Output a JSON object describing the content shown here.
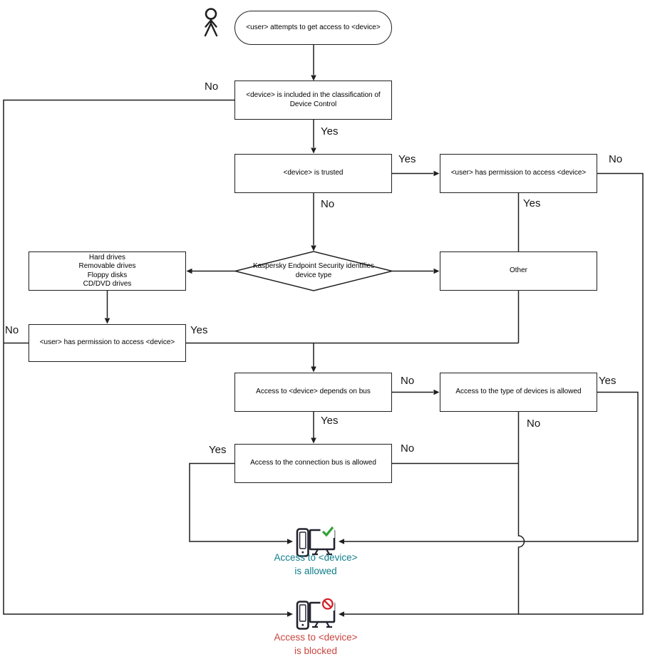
{
  "nodes": {
    "start": "<user> attempts to get access to <device>",
    "classification": "<device> is included in the classification of\nDevice Control",
    "trusted": "<device> is trusted",
    "permission_trusted": "<user> has permission to access <device>",
    "identify": "Kaspersky Endpoint Security identifies\ndevice type",
    "device_types": "Hard drives\nRemovable drives\nFloppy disks\nCD/DVD drives",
    "other": "Other",
    "permission_types": "<user> has permission to access <device>",
    "bus_depends": "Access to <device> depends on bus",
    "type_allowed": "Access to the type of devices is allowed",
    "bus_allowed": "Access to the connection bus is allowed"
  },
  "results": {
    "allowed": "Access to <device>\nis allowed",
    "blocked": "Access to <device>\nis blocked"
  },
  "labels": {
    "classification_no": "No",
    "classification_yes": "Yes",
    "trusted_yes": "Yes",
    "trusted_no": "No",
    "permission_trusted_no": "No",
    "permission_trusted_yes": "Yes",
    "permission_types_no": "No",
    "permission_types_yes": "Yes",
    "bus_depends_no": "No",
    "bus_depends_yes": "Yes",
    "type_allowed_yes": "Yes",
    "type_allowed_no": "No",
    "bus_allowed_yes": "Yes",
    "bus_allowed_no": "No"
  },
  "icons": {
    "user": "user-icon",
    "allowed": "device-access-allowed-icon",
    "blocked": "device-access-blocked-icon"
  },
  "colors": {
    "line": "#1f1f1f",
    "allowed_text": "#0e7e8a",
    "blocked_text": "#c9453e",
    "check_green": "#2fa336",
    "prohibit_red": "#d3222a"
  }
}
